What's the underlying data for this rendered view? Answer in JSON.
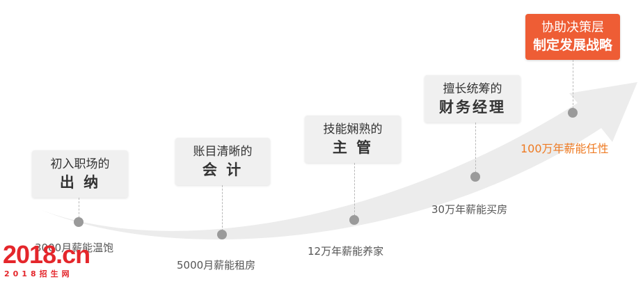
{
  "stages": [
    {
      "line1": "初入职场的",
      "line2": "出 纳",
      "salary": "3000月薪能温饱"
    },
    {
      "line1": "账目清晰的",
      "line2": "会 计",
      "salary": "5000月薪能租房"
    },
    {
      "line1": "技能娴熟的",
      "line2": "主 管",
      "salary": "12万年薪能养家"
    },
    {
      "line1": "擅长统筹的",
      "line2": "财务经理",
      "salary": "30万年薪能买房"
    },
    {
      "line1": "协助决策层",
      "line2": "制定发展战略",
      "salary": "100万年薪能任性"
    }
  ],
  "colors": {
    "accent": "#ee5d35",
    "highlight_salary": "#ee7a22",
    "card_bg": "#f0f0f0",
    "arrow": "#ececec",
    "dot": "#9a9a9a"
  },
  "watermark": {
    "main": "2018.cn",
    "sub": "2018招生网"
  }
}
